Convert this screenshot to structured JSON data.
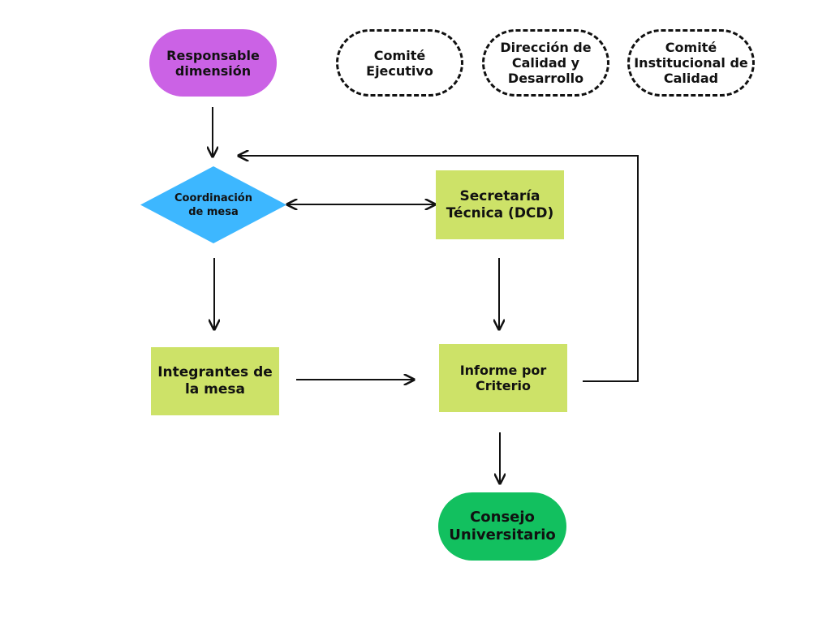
{
  "colors": {
    "purple": "#cb62e5",
    "blue": "#3db7ff",
    "lime": "#cde268",
    "green": "#12c05f",
    "line": "#111111"
  },
  "nodes": {
    "responsable": {
      "label": "Responsable dimensión"
    },
    "comite_ejecutivo": {
      "label": "Comité Ejecutivo"
    },
    "direccion_calidad": {
      "label": "Dirección de Calidad y Desarrollo"
    },
    "comite_institucional": {
      "label": "Comité Institucional de Calidad"
    },
    "coordinacion": {
      "label": "Coordinación de mesa"
    },
    "secretaria": {
      "label": "Secretaría Técnica (DCD)"
    },
    "integrantes": {
      "label": "Integrantes de la mesa"
    },
    "informe": {
      "label": "Informe por Criterio"
    },
    "consejo": {
      "label": "Consejo Universitario"
    }
  }
}
